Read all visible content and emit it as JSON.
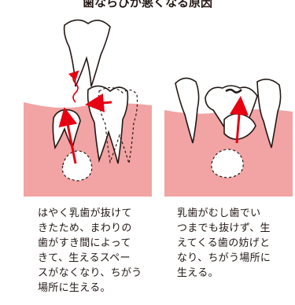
{
  "title": "歯ならびが悪くなる原因",
  "colors": {
    "gum": "#f2a3a3",
    "arrow": "#e60012",
    "outline": "#231815",
    "tooth": "#ffffff"
  },
  "left_panel": {
    "caption": "はやく乳歯が抜けて\nきたため、まわりの\n歯がすき間によって\nきて、生えるスペー\nスがなくなり、ちがう\n場所に生える。"
  },
  "right_panel": {
    "caption": "乳歯がむし歯でい\nつまでも抜けず、生\nえてくる歯の妨げと\nなり、ちがう場所に\n生える。"
  }
}
